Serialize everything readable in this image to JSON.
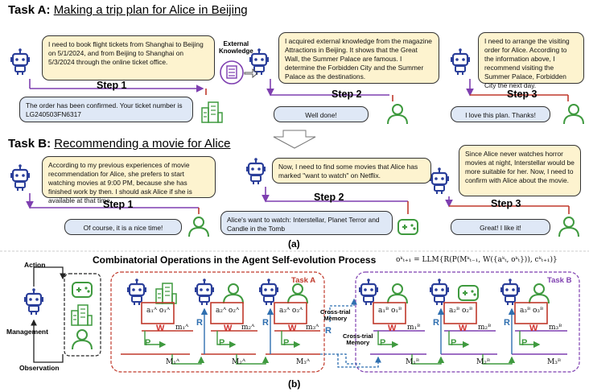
{
  "colors": {
    "robot": "#2b3f9a",
    "human": "#3f9a3f",
    "task_a": "#c0392b",
    "task_b": "#7e3fb0",
    "write": "#d0312d",
    "plan": "#3f9a3f",
    "reflect": "#2f6fb0",
    "bubble_yellow": "#fdf3cf",
    "bubble_blue": "#dfe8f6"
  },
  "icons": [
    "robot-icon",
    "human-icon",
    "building-icon",
    "database-icon",
    "gamepad-icon"
  ],
  "task_a": {
    "label": "Task A:",
    "name": "Making a trip plan for Alice in Beijing",
    "external_knowledge": "External\nKnowledge",
    "bubble1": "I need to book flight tickets from Shanghai to Beijing on 5/1/2024, and from Beijing to Shanghai on 5/3/2024 through the online ticket office.",
    "bubble1_reply": "The order has been confirmed. Your ticket number is LG240503FN6317",
    "bubble2": "I acquired external knowledge from the magazine Attractions in Beijing. It shows that the Great Wall, the Summer Palace are famous. I determine the Forbidden City and the Summer Palace as the destinations.",
    "bubble2_reply": "Well done!",
    "bubble3": "I need to arrange the visiting order for Alice. According to the information above, I recommend visiting the Summer Palace, Forbidden City the next day.",
    "bubble3_reply": "I love this plan. Thanks!",
    "step1": "Step 1",
    "step2": "Step 2",
    "step3": "Step 3"
  },
  "task_b": {
    "label": "Task B:",
    "name": "Recommending a movie for Alice",
    "bubble1": "According to my previous experiences of movie recommendation for Alice, she prefers to start watching movies at 9:00 PM, because she has finished work by then. I should ask Alice if she is available at that time.",
    "bubble1_reply": "Of course, it is a nice time!",
    "bubble2": "Now, I need to find some movies that Alice has marked \"want to watch\" on Netflix.",
    "bubble2_reply": "Alice's want to watch: Interstellar, Planet Terror and Candle in the Tomb",
    "bubble3": "Since Alice never watches horror movies at night, Interstellar would be more suitable for her. Now, I need to confirm with Alice about the movie.",
    "bubble3_reply": "Great! I like it!",
    "step1": "Step 1",
    "step2": "Step 2",
    "step3": "Step 3"
  },
  "caption_a": "(a)",
  "caption_b": "(b)",
  "part_b": {
    "title": "Combinatorial Operations in the Agent Self-evolution Process",
    "formula": "oᵏₜ₊₁ = LLM{R(P(Mᵏₜ₋₁, W({aᵏₜ, oᵏₜ})), cᵏₜ₊₁)}",
    "action": "Action",
    "management": "Management",
    "observation": "Observation",
    "task_a_label": "Task A",
    "task_b_label": "Task B",
    "cross_trial_1": "Cross-trial\nMemory",
    "cross_trial_2": "Cross-trial\nMemory",
    "op_w": "W",
    "op_p": "P",
    "op_r": "R",
    "a_actions": [
      "a₁ᴬ o₁ᴬ",
      "a₂ᴬ o₂ᴬ",
      "a₃ᴬ o₃ᴬ"
    ],
    "a_small_m": [
      "m₁ᴬ",
      "m₂ᴬ",
      "m₃ᴬ"
    ],
    "a_big_m": [
      "M₁ᴬ",
      "M₂ᴬ",
      "M₃ᴬ"
    ],
    "b_actions": [
      "a₁ᴮ o₁ᴮ",
      "a₂ᴮ o₂ᴮ",
      "a₃ᴮ o₃ᴮ"
    ],
    "b_small_m": [
      "m₁ᴮ",
      "m₂ᴮ",
      "m₃ᴮ"
    ],
    "b_big_m": [
      "M₁ᴮ",
      "M₂ᴮ",
      "M₃ᴮ"
    ]
  }
}
